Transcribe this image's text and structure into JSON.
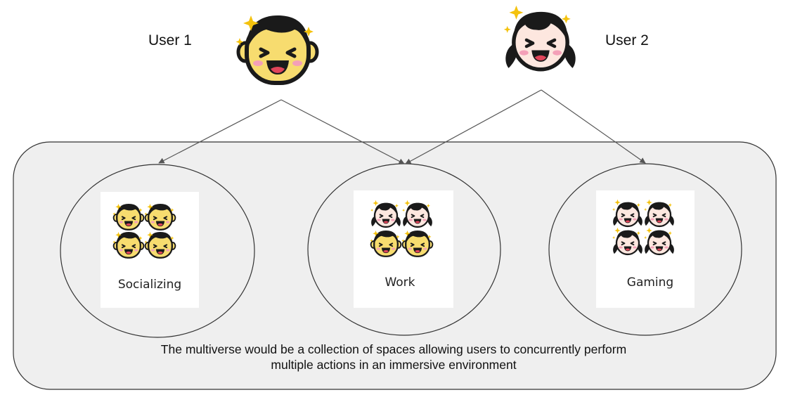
{
  "users": [
    {
      "label": "User 1",
      "avatar": "boy-face-icon"
    },
    {
      "label": "User 2",
      "avatar": "girl-face-icon"
    }
  ],
  "spaces": [
    {
      "label": "Socializing",
      "avatars": [
        "boy-face-icon",
        "boy-face-icon",
        "boy-face-icon",
        "boy-face-icon"
      ]
    },
    {
      "label": "Work",
      "avatars": [
        "girl-face-icon",
        "girl-face-icon",
        "boy-face-icon",
        "boy-face-icon"
      ]
    },
    {
      "label": "Gaming",
      "avatars": [
        "girl-face-icon",
        "girl-face-icon",
        "girl-face-icon",
        "girl-face-icon"
      ]
    }
  ],
  "connections": [
    {
      "from": "User 1",
      "to": "Socializing"
    },
    {
      "from": "User 1",
      "to": "Work"
    },
    {
      "from": "User 2",
      "to": "Work"
    },
    {
      "from": "User 2",
      "to": "Gaming"
    }
  ],
  "caption": {
    "line1": "The multiverse would be a collection of spaces allowing users to concurrently perform",
    "line2": "multiple actions in an immersive environment"
  },
  "colors": {
    "container_fill": "#efefef",
    "stroke": "#333333",
    "arrow": "#555555",
    "boy_face": "#f7dc6f",
    "girl_face": "#fde7df",
    "hair": "#1a1a1a",
    "sparkle": "#f4c20d",
    "blush": "#f4a0b8"
  }
}
